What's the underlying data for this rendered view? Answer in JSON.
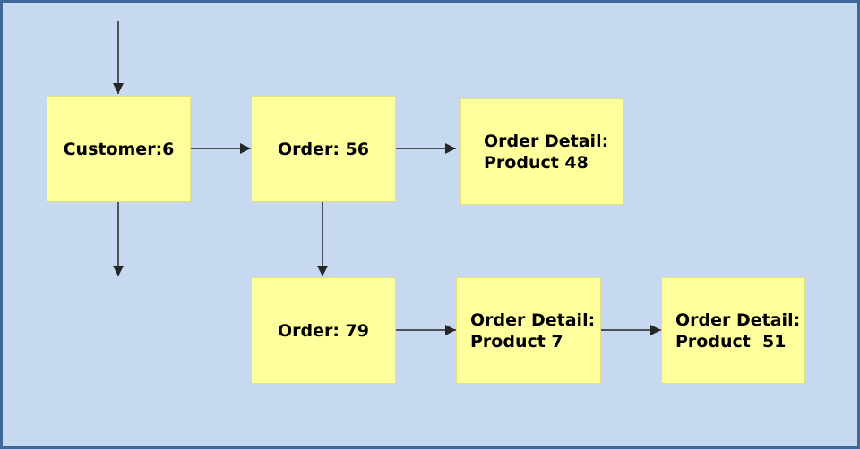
{
  "colors": {
    "background": "#c6d9f1",
    "border": "#41679a",
    "node_fill": "#ffff9e",
    "arrow": "#262626"
  },
  "nodes": {
    "customer": "Customer:6",
    "order_56": "Order: 56",
    "detail_48": "Order Detail:\nProduct 48",
    "order_79": "Order: 79",
    "detail_7": "Order Detail:\nProduct 7",
    "detail_51": "Order Detail:\nProduct  51"
  }
}
